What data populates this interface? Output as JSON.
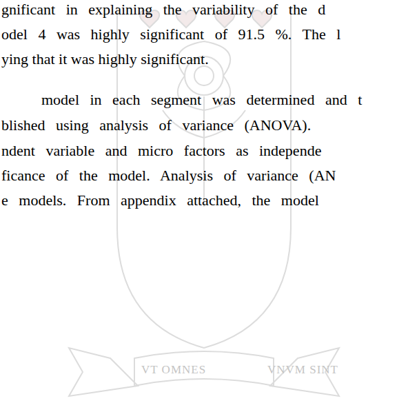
{
  "diagram": {
    "labels": [
      "gnificant in explaining the variability of the d",
      "odel 4 was highly significant of 91.5 %. The l",
      "ying that it was highly significant.",
      "model in each segment was determined and t",
      "blished using analysis of variance (ANOVA).",
      "ndent variable and micro factors as independe",
      "ficance of the model. Analysis of variance (AN",
      "e models. From appendix attached, the model",
      "VT OMNES",
      "VNVM SINT"
    ]
  }
}
